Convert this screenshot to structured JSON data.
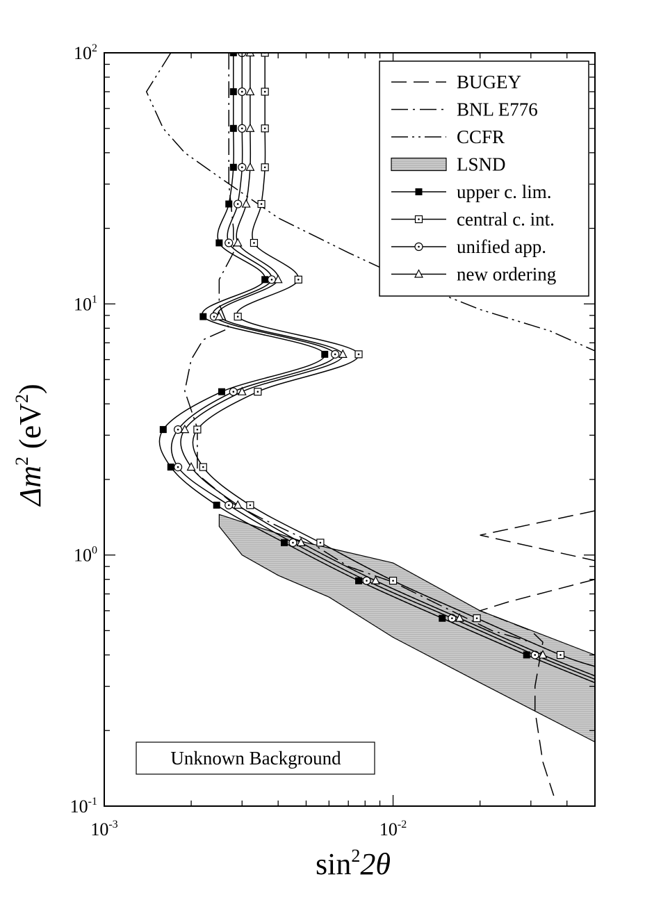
{
  "chart_data": {
    "type": "line",
    "x_scale": "log",
    "y_scale": "log",
    "xlim": [
      0.001,
      0.05
    ],
    "ylim": [
      0.1,
      100
    ],
    "x_ticks": [
      {
        "value": 0.001,
        "base": "10",
        "exp": "-3"
      },
      {
        "value": 0.01,
        "base": "10",
        "exp": "-2"
      }
    ],
    "y_ticks": [
      {
        "value": 0.1,
        "base": "10",
        "exp": "-1"
      },
      {
        "value": 1,
        "base": "10",
        "exp": "0"
      },
      {
        "value": 10,
        "base": "10",
        "exp": "1"
      },
      {
        "value": 100,
        "base": "10",
        "exp": "2"
      }
    ],
    "xlabel": {
      "pre": "sin",
      "sup": "2",
      "post": "2θ"
    },
    "ylabel": {
      "pre": "Δm",
      "sup": "2",
      "mid": " (eV",
      "sup2": "2",
      "post": ")"
    },
    "annotation": "Unknown Background",
    "legend_position": "top-right",
    "legend": [
      {
        "label": "BUGEY",
        "style": "dash"
      },
      {
        "label": "BNL E776",
        "style": "dashdot"
      },
      {
        "label": "CCFR",
        "style": "dashdotdot"
      },
      {
        "label": "LSND",
        "style": "shaded-band"
      },
      {
        "label": "upper c. lim.",
        "style": "marker-filled-square"
      },
      {
        "label": "central c. int.",
        "style": "marker-dotted-square"
      },
      {
        "label": "unified app.",
        "style": "marker-dotted-circle"
      },
      {
        "label": "new ordering",
        "style": "marker-triangle"
      }
    ],
    "lsnd_band": {
      "name": "LSND",
      "fill": "#c8c8c8",
      "upper": [
        [
          0.0025,
          1.45
        ],
        [
          0.005,
          1.12
        ],
        [
          0.01,
          0.93
        ],
        [
          0.02,
          0.6
        ],
        [
          0.05,
          0.4
        ]
      ],
      "lower": [
        [
          0.05,
          0.18
        ],
        [
          0.02,
          0.31
        ],
        [
          0.01,
          0.47
        ],
        [
          0.006,
          0.68
        ],
        [
          0.004,
          0.83
        ],
        [
          0.003,
          1.0
        ],
        [
          0.0025,
          1.3
        ]
      ]
    },
    "exclusion_curves": [
      {
        "name": "BUGEY",
        "style": "dash",
        "points": [
          [
            0.05,
            1.5
          ],
          [
            0.02,
            1.2
          ],
          [
            0.05,
            0.95
          ]
        ],
        "points2": [
          [
            0.05,
            0.8
          ],
          [
            0.025,
            0.65
          ],
          [
            0.02,
            0.6
          ],
          [
            0.03,
            0.5
          ],
          [
            0.033,
            0.45
          ],
          [
            0.031,
            0.3
          ],
          [
            0.031,
            0.24
          ],
          [
            0.033,
            0.15
          ],
          [
            0.036,
            0.11
          ]
        ]
      },
      {
        "name": "BNL E776",
        "style": "dashdot",
        "points": [
          [
            0.0027,
            100
          ],
          [
            0.0027,
            80
          ],
          [
            0.0027,
            50
          ],
          [
            0.0027,
            30
          ],
          [
            0.0028,
            20
          ],
          [
            0.0028,
            16
          ],
          [
            0.0025,
            12.5
          ],
          [
            0.0025,
            10
          ],
          [
            0.0027,
            8
          ],
          [
            0.0022,
            7.2
          ],
          [
            0.002,
            6
          ],
          [
            0.0019,
            4.5
          ],
          [
            0.0021,
            3.2
          ],
          [
            0.0021,
            2.1
          ],
          [
            0.0024,
            1.85
          ],
          [
            0.0028,
            1.6
          ],
          [
            0.0035,
            1.4
          ],
          [
            0.005,
            1.15
          ],
          [
            0.007,
            0.9
          ],
          [
            0.01,
            0.78
          ],
          [
            0.015,
            0.62
          ],
          [
            0.022,
            0.5
          ],
          [
            0.03,
            0.45
          ]
        ]
      },
      {
        "name": "CCFR",
        "style": "dashdotdot",
        "points": [
          [
            0.0017,
            100
          ],
          [
            0.0014,
            70
          ],
          [
            0.0016,
            50
          ],
          [
            0.0019,
            40
          ],
          [
            0.0025,
            32
          ],
          [
            0.004,
            22
          ],
          [
            0.007,
            16
          ],
          [
            0.012,
            12
          ],
          [
            0.02,
            9.5
          ],
          [
            0.035,
            7.8
          ],
          [
            0.05,
            6.5
          ]
        ]
      }
    ],
    "series": [
      {
        "name": "upper c. lim.",
        "marker": "filled-square",
        "points": [
          [
            0.0028,
            100
          ],
          [
            0.0028,
            70
          ],
          [
            0.0028,
            50
          ],
          [
            0.0028,
            35
          ],
          [
            0.0027,
            25
          ],
          [
            0.0025,
            17.5
          ],
          [
            0.0036,
            12.5
          ],
          [
            0.0022,
            8.9
          ],
          [
            0.0058,
            6.3
          ],
          [
            0.00255,
            4.47
          ],
          [
            0.0016,
            3.16
          ],
          [
            0.0017,
            2.24
          ],
          [
            0.00245,
            1.58
          ],
          [
            0.0042,
            1.12
          ],
          [
            0.0076,
            0.79
          ],
          [
            0.0148,
            0.56
          ],
          [
            0.029,
            0.4
          ],
          [
            0.05,
            0.31
          ]
        ]
      },
      {
        "name": "central c. int.",
        "marker": "dotted-square",
        "points": [
          [
            0.0036,
            100
          ],
          [
            0.0036,
            70
          ],
          [
            0.0036,
            50
          ],
          [
            0.0036,
            35
          ],
          [
            0.0035,
            25
          ],
          [
            0.0033,
            17.5
          ],
          [
            0.0047,
            12.5
          ],
          [
            0.0029,
            8.9
          ],
          [
            0.0076,
            6.3
          ],
          [
            0.0034,
            4.47
          ],
          [
            0.0021,
            3.16
          ],
          [
            0.0022,
            2.24
          ],
          [
            0.0032,
            1.58
          ],
          [
            0.0056,
            1.12
          ],
          [
            0.01,
            0.79
          ],
          [
            0.0195,
            0.56
          ],
          [
            0.038,
            0.4
          ],
          [
            0.05,
            0.36
          ]
        ]
      },
      {
        "name": "unified app.",
        "marker": "dotted-circle",
        "points": [
          [
            0.003,
            100
          ],
          [
            0.003,
            70
          ],
          [
            0.003,
            50
          ],
          [
            0.003,
            35
          ],
          [
            0.0029,
            25
          ],
          [
            0.0027,
            17.5
          ],
          [
            0.0038,
            12.5
          ],
          [
            0.0024,
            8.9
          ],
          [
            0.0063,
            6.3
          ],
          [
            0.0028,
            4.47
          ],
          [
            0.0018,
            3.16
          ],
          [
            0.0018,
            2.24
          ],
          [
            0.0027,
            1.58
          ],
          [
            0.0045,
            1.12
          ],
          [
            0.0081,
            0.79
          ],
          [
            0.016,
            0.56
          ],
          [
            0.031,
            0.4
          ],
          [
            0.05,
            0.32
          ]
        ]
      },
      {
        "name": "new ordering",
        "marker": "triangle",
        "points": [
          [
            0.0032,
            100
          ],
          [
            0.0032,
            70
          ],
          [
            0.0032,
            50
          ],
          [
            0.0032,
            35
          ],
          [
            0.0031,
            25
          ],
          [
            0.0029,
            17.5
          ],
          [
            0.004,
            12.5
          ],
          [
            0.0025,
            8.9
          ],
          [
            0.0067,
            6.3
          ],
          [
            0.003,
            4.47
          ],
          [
            0.0019,
            3.16
          ],
          [
            0.002,
            2.24
          ],
          [
            0.0029,
            1.58
          ],
          [
            0.0048,
            1.12
          ],
          [
            0.0087,
            0.79
          ],
          [
            0.017,
            0.56
          ],
          [
            0.033,
            0.4
          ],
          [
            0.05,
            0.33
          ]
        ]
      }
    ]
  }
}
